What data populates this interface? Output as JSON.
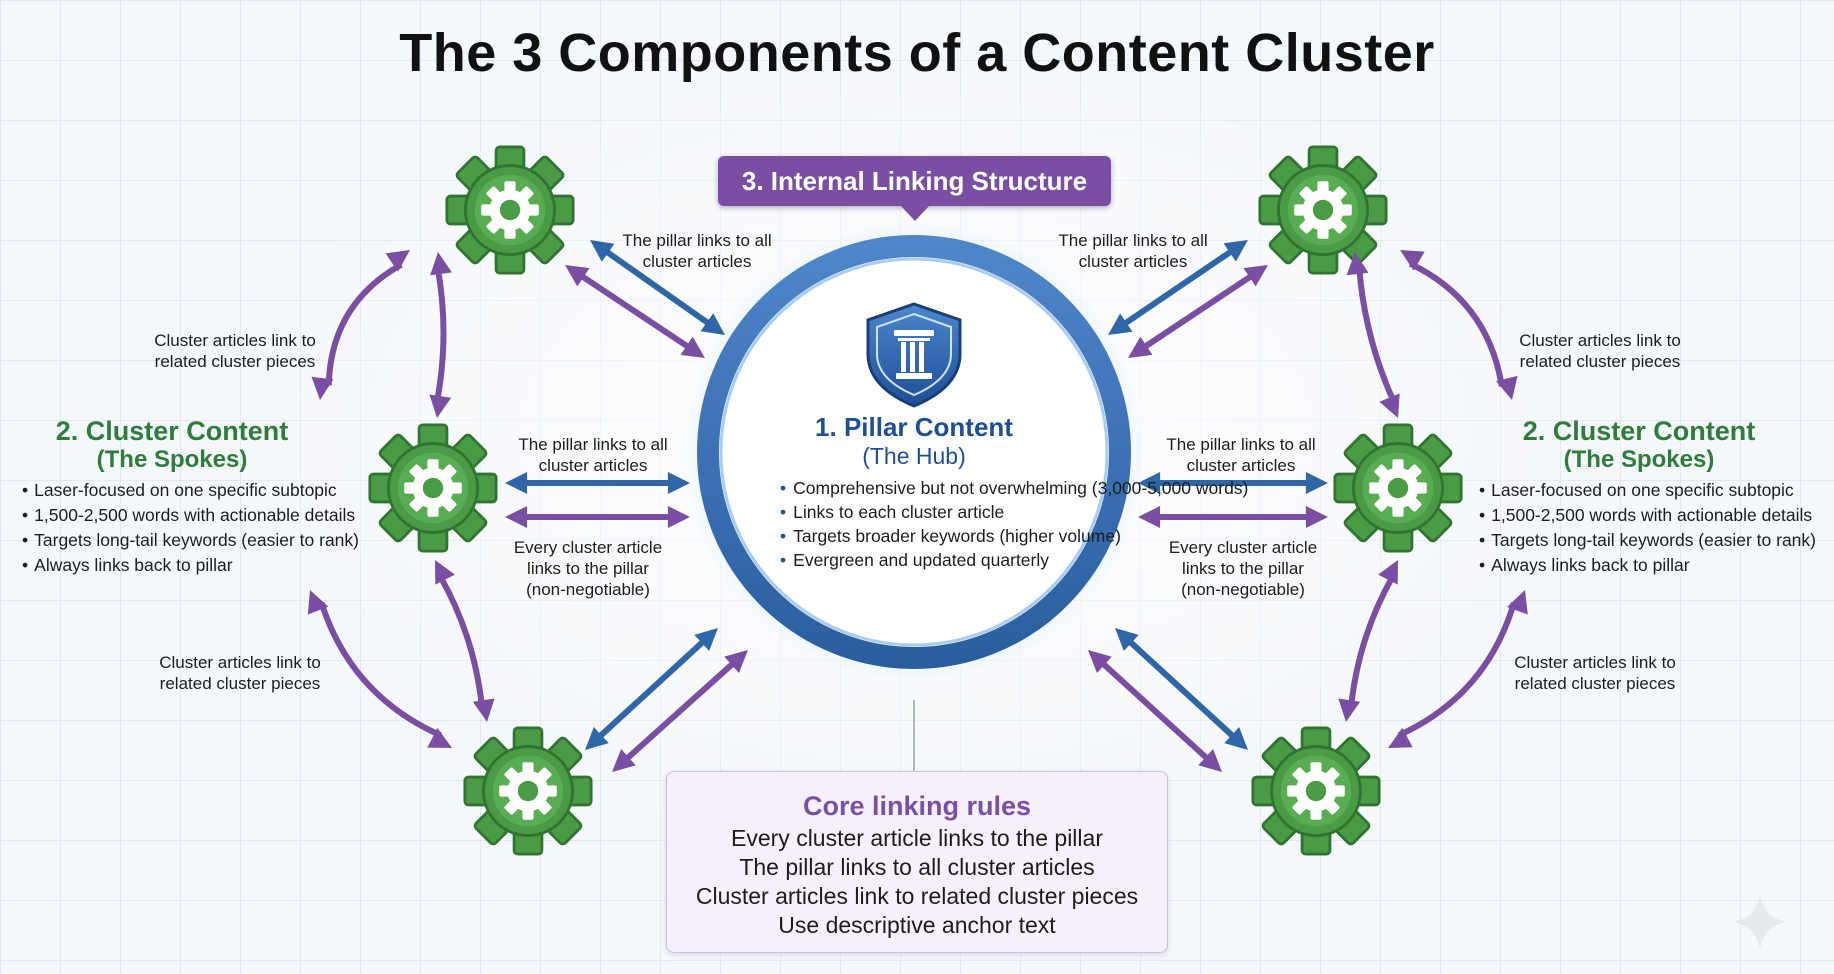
{
  "title": "The 3 Components of a Content Cluster",
  "linking_banner": "3. Internal Linking Structure",
  "hub": {
    "title": "1. Pillar Content",
    "subtitle": "(The Hub)",
    "bullets": [
      "Comprehensive but not overwhelming (3,000-5,000 words)",
      "Links to each cluster article",
      "Targets broader keywords (higher volume)",
      "Evergreen and updated quarterly"
    ]
  },
  "spokes": {
    "title": "2. Cluster Content",
    "subtitle": "(The Spokes)",
    "bullets": [
      "Laser-focused on one specific subtopic",
      "1,500-2,500 words with actionable details",
      "Targets long-tail keywords (easier to rank)",
      "Always links back to pillar"
    ]
  },
  "labels": {
    "pillar_links": "The pillar links to all cluster articles",
    "cluster_to_cluster": "Cluster articles link to related cluster pieces",
    "every_cluster": "Every cluster article links to the pillar (non-negotiable)"
  },
  "rules": {
    "title": "Core linking rules",
    "items": [
      "Every cluster article links to the pillar",
      "The pillar links to all cluster articles",
      "Cluster articles link to related cluster pieces",
      "Use descriptive anchor text"
    ]
  },
  "colors": {
    "gear_green": "#4a9a46",
    "hub_blue": "#2f6eb5",
    "arrow_blue": "#2e66a8",
    "arrow_purple": "#7a4fa3",
    "spoke_text_green": "#2f7d3a"
  },
  "icons": [
    "gear-icon",
    "pillar-shield-icon",
    "sparkle-icon"
  ]
}
